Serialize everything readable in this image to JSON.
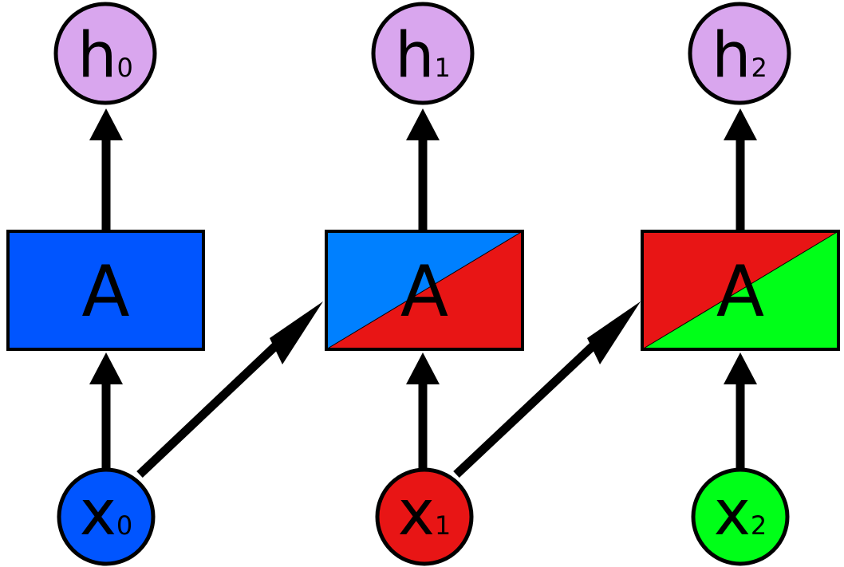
{
  "diagram": {
    "cell_label": "A",
    "steps": [
      {
        "output": {
          "main": "h",
          "sub": "0"
        },
        "input": {
          "main": "x",
          "sub": "0"
        },
        "cell_colors": [
          "#0055ff"
        ],
        "input_color": "#0055ff"
      },
      {
        "output": {
          "main": "h",
          "sub": "1"
        },
        "input": {
          "main": "x",
          "sub": "1"
        },
        "cell_colors": [
          "#0080ff",
          "#e81515"
        ],
        "input_color": "#e81515"
      },
      {
        "output": {
          "main": "h",
          "sub": "2"
        },
        "input": {
          "main": "x",
          "sub": "2"
        },
        "cell_colors": [
          "#e81515",
          "#00ff18"
        ],
        "input_color": "#00ff18"
      }
    ],
    "output_color": "#d9a6ee",
    "stroke_color": "#000000"
  }
}
